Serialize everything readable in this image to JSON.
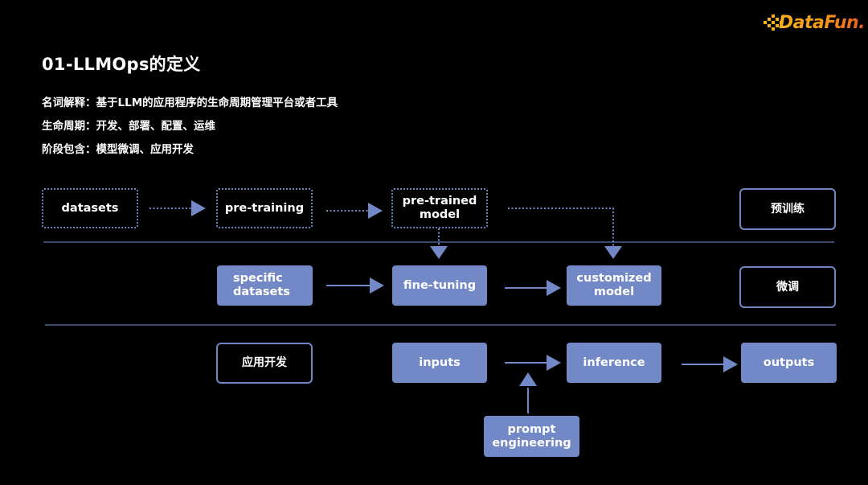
{
  "brand": {
    "logo_text": "DataFun.",
    "logo_colors": [
      "#f8b01c",
      "#ea5a1c"
    ]
  },
  "slide": {
    "title": "01-LLMOps的定义",
    "lines": [
      "名词解释：基于LLM的应用程序的生命周期管理平台或者工具",
      "生命周期：开发、部署、配置、运维",
      "阶段包含：模型微调、应用开发"
    ]
  },
  "diagram": {
    "accent": "#7389c7",
    "rows": [
      {
        "label": "预训练",
        "style": "dotted",
        "nodes": [
          "datasets",
          "pre-training",
          "pre-trained\nmodel"
        ]
      },
      {
        "label": "微调",
        "style": "filled",
        "nodes": [
          "specific\ndatasets",
          "fine-tuning",
          "customized\nmodel"
        ]
      },
      {
        "label": "应用开发",
        "style": "filled",
        "nodes": [
          "inputs",
          "inference",
          "outputs",
          "prompt\nengineering"
        ]
      }
    ],
    "edges": [
      [
        "datasets",
        "pre-training"
      ],
      [
        "pre-training",
        "pre-trained model"
      ],
      [
        "pre-trained model",
        "fine-tuning"
      ],
      [
        "pre-trained model",
        "customized model"
      ],
      [
        "specific datasets",
        "fine-tuning"
      ],
      [
        "fine-tuning",
        "customized model"
      ],
      [
        "inputs",
        "inference"
      ],
      [
        "prompt engineering",
        "inference"
      ],
      [
        "inference",
        "outputs"
      ]
    ]
  }
}
